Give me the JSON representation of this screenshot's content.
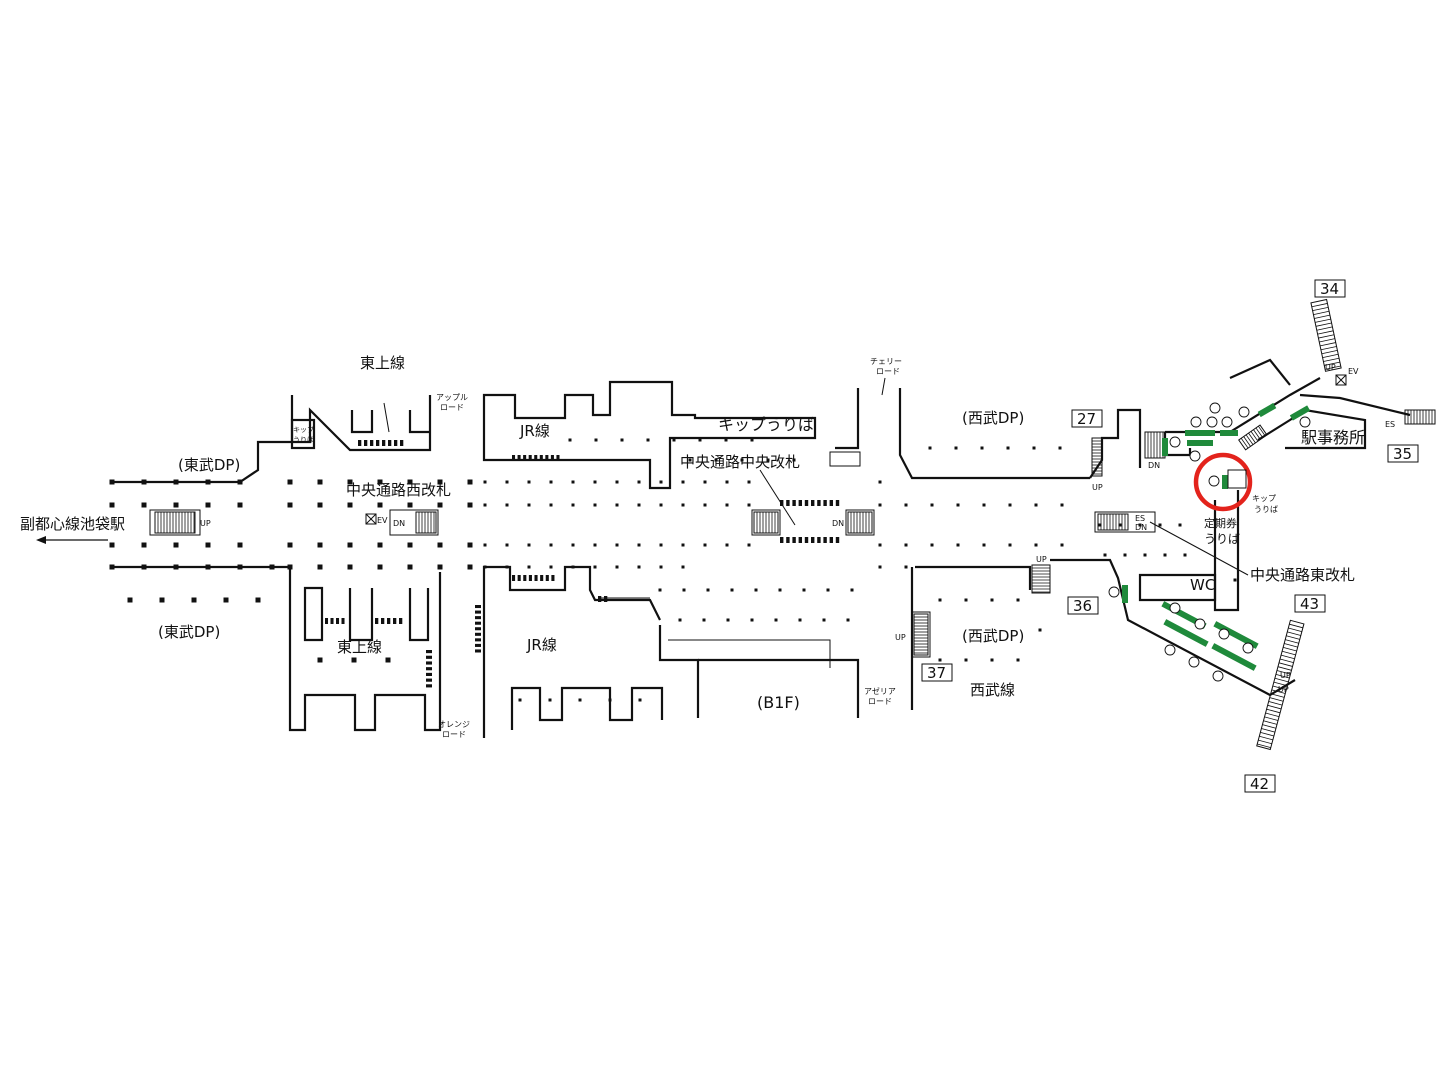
{
  "map": {
    "floor": "(B1F)",
    "labels": {
      "tojo_top": "東上線",
      "tojo_bottom": "東上線",
      "jr_top": "JR線",
      "jr_bottom": "JR線",
      "tobu_dp_top": "(東武DP)",
      "tobu_dp_bottom": "(東武DP)",
      "seibu_dp_top": "(西武DP)",
      "seibu_dp_bottom": "(西武DP)",
      "seibu_line": "西武線",
      "west_gate": "中央通路西改札",
      "central_gate": "中央通路中央改札",
      "east_gate": "中央通路東改札",
      "fukutoshin": "副都心線池袋駅",
      "kippu_big": "キップうりば",
      "kippu_small_a1": "キップ",
      "kippu_small_a2": "うりば",
      "kippu_small_b1": "キップ",
      "kippu_small_b2": "うりば",
      "teikiken1": "定期券",
      "teikiken2": "うりば",
      "station_office": "駅事務所",
      "wc": "WC",
      "apple_road1": "アップル",
      "apple_road2": "ロード",
      "cherry_road1": "チェリー",
      "cherry_road2": "ロード",
      "orange_road1": "オレンジ",
      "orange_road2": "ロード",
      "azalea_road1": "アゼリア",
      "azalea_road2": "ロード",
      "up": "UP",
      "dn": "DN",
      "ev": "EV",
      "es": "ES"
    },
    "exits": [
      "27",
      "34",
      "35",
      "36",
      "37",
      "42",
      "43"
    ],
    "colors": {
      "gate_green": "#1f8a3b",
      "highlight_red": "#e3231c",
      "line": "#111111"
    },
    "icons": [
      "stairs-icon",
      "elevator-icon",
      "escalator-icon",
      "ticket-gate-icon",
      "location-highlight-icon",
      "left-arrow-icon"
    ]
  }
}
